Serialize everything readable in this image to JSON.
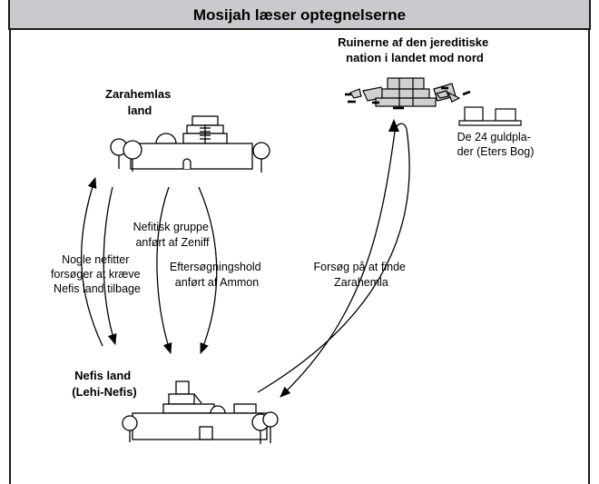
{
  "title": "Mosijah læser optegnelserne",
  "colors": {
    "header_bg": "#c9cacd",
    "frame": "#1a1a1a",
    "ink": "#000000",
    "fill": "#ffffff",
    "ruin_fill": "#d0d0d0"
  },
  "places": {
    "zarahemla": [
      "Zarahemlas",
      "land"
    ],
    "nephi": [
      "Nefis land",
      "(Lehi-Nefis)"
    ],
    "ruins": [
      "Ruinerne af den jereditiske",
      "nation i landet mod nord"
    ]
  },
  "plates_label": [
    "De 24 guldpla-",
    "der (Eters Bog)"
  ],
  "journeys": {
    "zeniff": [
      "Nefitisk gruppe",
      "anført af Zeniff"
    ],
    "ammon": [
      "Eftersøgningshold",
      "anført af Ammon"
    ],
    "reclaim": [
      "Nogle nefitter",
      "forsøger at kræve",
      "Nefis land tilbage"
    ],
    "find": [
      "Forsøg på at finde",
      "Zarahemla"
    ]
  }
}
